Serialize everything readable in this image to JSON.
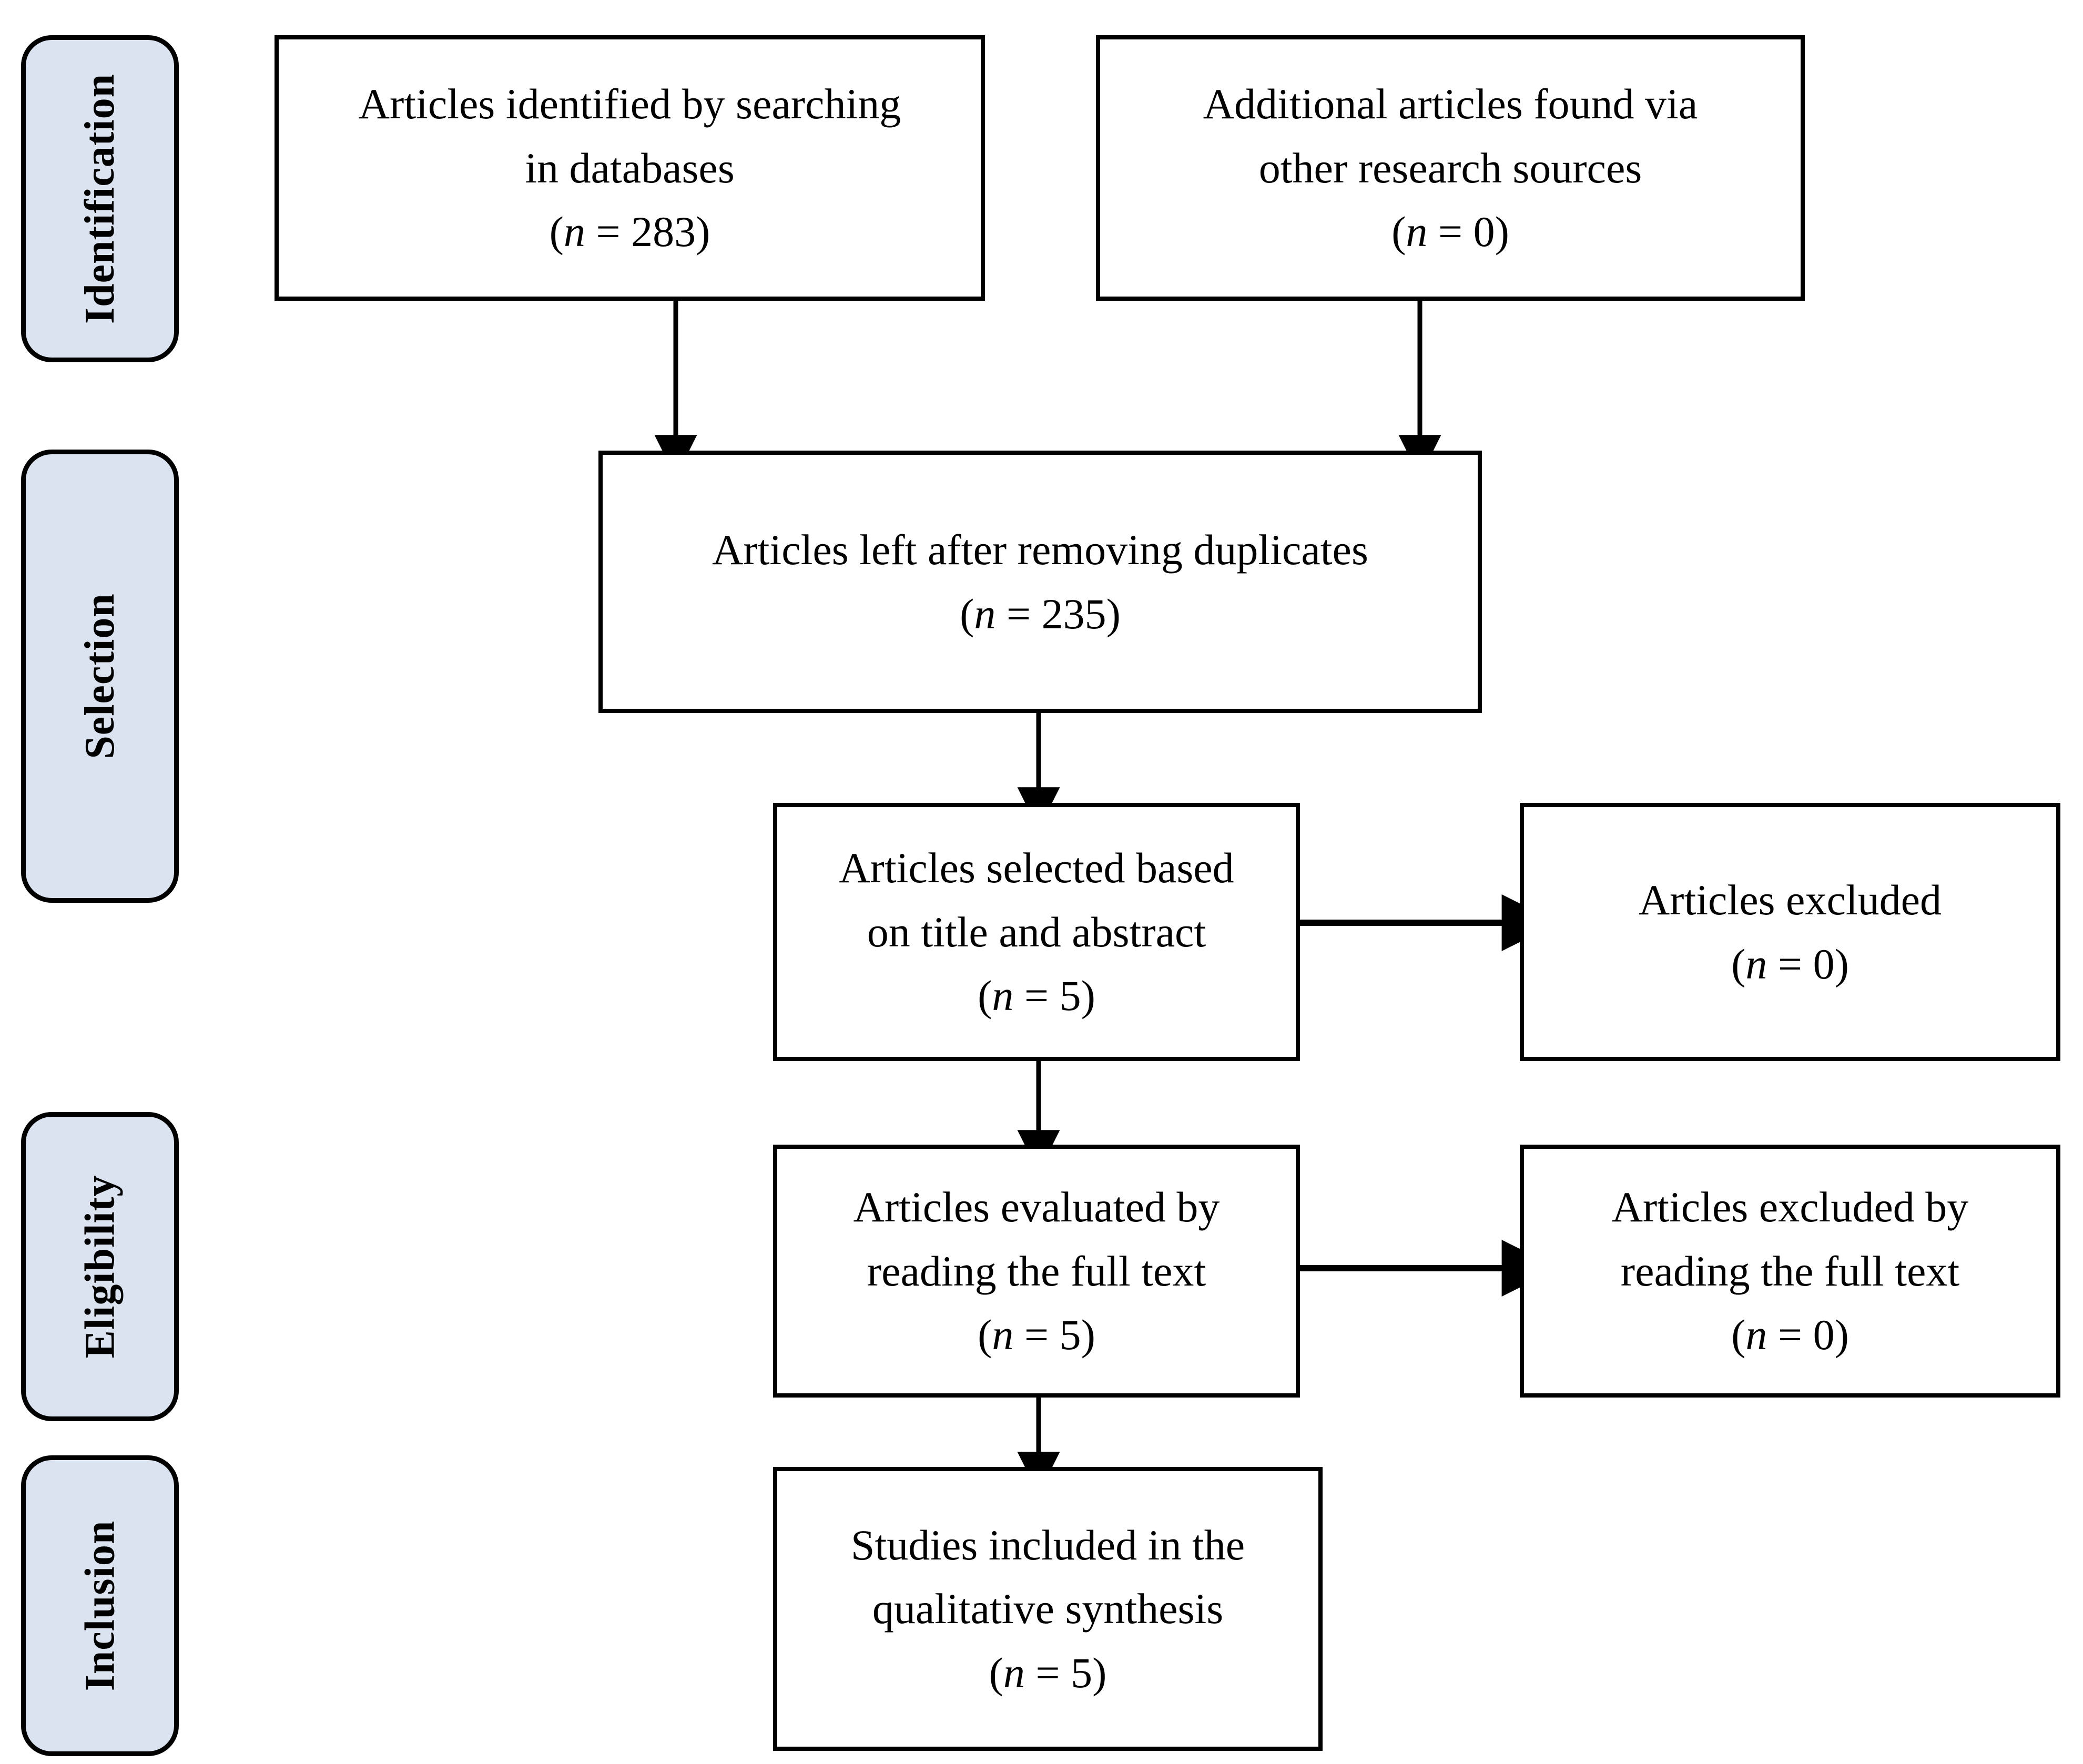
{
  "diagram": {
    "type": "prisma-flow-diagram",
    "stages": [
      {
        "id": "identification",
        "label": "Identification"
      },
      {
        "id": "selection",
        "label": "Selection"
      },
      {
        "id": "eligibility",
        "label": "Eligibility"
      },
      {
        "id": "inclusion",
        "label": "Inclusion"
      }
    ],
    "nodes": [
      {
        "id": "identified-databases",
        "stage": "identification",
        "lines": [
          "Articles identified by searching",
          "in databases"
        ],
        "count_prefix": "(",
        "count_var": "n",
        "count_eq": " = ",
        "count_value": "283",
        "count_suffix": ")"
      },
      {
        "id": "additional-sources",
        "stage": "identification",
        "lines": [
          "Additional articles found via",
          "other research sources"
        ],
        "count_prefix": "(",
        "count_var": "n",
        "count_eq": " = ",
        "count_value": "0",
        "count_suffix": ")"
      },
      {
        "id": "after-duplicates",
        "stage": "selection",
        "lines": [
          "Articles left after removing duplicates"
        ],
        "count_prefix": "(",
        "count_var": "n",
        "count_eq": " = ",
        "count_value": "235",
        "count_suffix": ")"
      },
      {
        "id": "selected-title-abstract",
        "stage": "selection",
        "lines": [
          "Articles selected based",
          "on title and abstract"
        ],
        "count_prefix": "(",
        "count_var": "n",
        "count_eq": " = ",
        "count_value": "5",
        "count_suffix": ")"
      },
      {
        "id": "excluded-title-abstract",
        "stage": "selection",
        "lines": [
          "Articles excluded"
        ],
        "count_prefix": "(",
        "count_var": "n",
        "count_eq": " = ",
        "count_value": "0",
        "count_suffix": ")"
      },
      {
        "id": "evaluated-full-text",
        "stage": "eligibility",
        "lines": [
          "Articles evaluated by",
          "reading the full text"
        ],
        "count_prefix": "(",
        "count_var": "n",
        "count_eq": " = ",
        "count_value": "5",
        "count_suffix": ")"
      },
      {
        "id": "excluded-full-text",
        "stage": "eligibility",
        "lines": [
          "Articles excluded by",
          "reading the full text"
        ],
        "count_prefix": "(",
        "count_var": "n",
        "count_eq": " = ",
        "count_value": "0",
        "count_suffix": ")"
      },
      {
        "id": "included-qualitative",
        "stage": "inclusion",
        "lines": [
          "Studies included in the",
          "qualitative synthesis"
        ],
        "count_prefix": "(",
        "count_var": "n",
        "count_eq": " = ",
        "count_value": "5",
        "count_suffix": ")"
      }
    ],
    "colors": {
      "stage_fill": "#dbe3f0",
      "stroke": "#000000",
      "box_fill": "#ffffff",
      "text": "#000000"
    }
  }
}
